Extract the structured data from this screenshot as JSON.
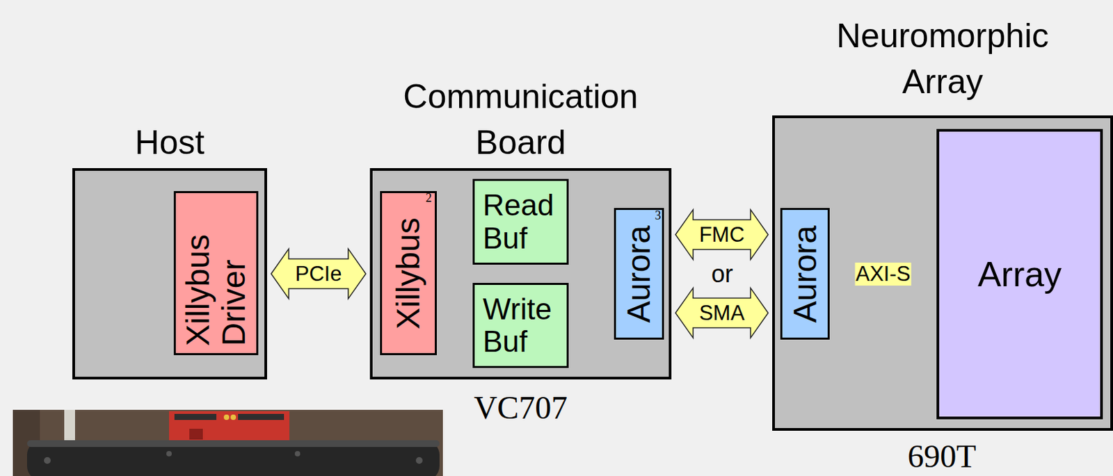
{
  "diagram": {
    "nodes": [
      {
        "text": [
          "Host"
        ]
      },
      {
        "text": [
          "Xillybus Driver"
        ],
        "in": 0
      },
      {
        "text": [
          "Communication Board"
        ]
      },
      {
        "text": [
          "Xillybus"
        ],
        "in": 2
      },
      {
        "text": [
          "Read Buf"
        ],
        "in": 2
      },
      {
        "text": [
          "Write Buf"
        ],
        "in": 2
      },
      {
        "text": [
          "Aurora"
        ],
        "in": 2
      },
      {
        "text": [
          "Neuromorphic Array"
        ]
      },
      {
        "text": [
          "Aurora"
        ],
        "in": 7
      },
      {
        "text": [
          "Array"
        ],
        "in": 7
      }
    ],
    "edges": [
      {
        "from": 1,
        "to": 3,
        "label": "PCIe",
        "arrow": "both"
      },
      {
        "from": 3,
        "to": 4,
        "arrow": "to"
      },
      {
        "from": 4,
        "to": 6,
        "arrow": "to"
      },
      {
        "from": 6,
        "to": 5,
        "arrow": "to"
      },
      {
        "from": 5,
        "to": 3,
        "arrow": "to"
      },
      {
        "from": 6,
        "to": 8,
        "label": "FMC",
        "arrow": "both"
      },
      {
        "from": 6,
        "to": 8,
        "label": "SMA",
        "arrow": "both"
      },
      {
        "from": 8,
        "to": 9,
        "label": "AXI-S",
        "arrow": "both"
      }
    ],
    "labels": [
      "2",
      "3",
      "or",
      "VC707",
      "690T"
    ]
  }
}
